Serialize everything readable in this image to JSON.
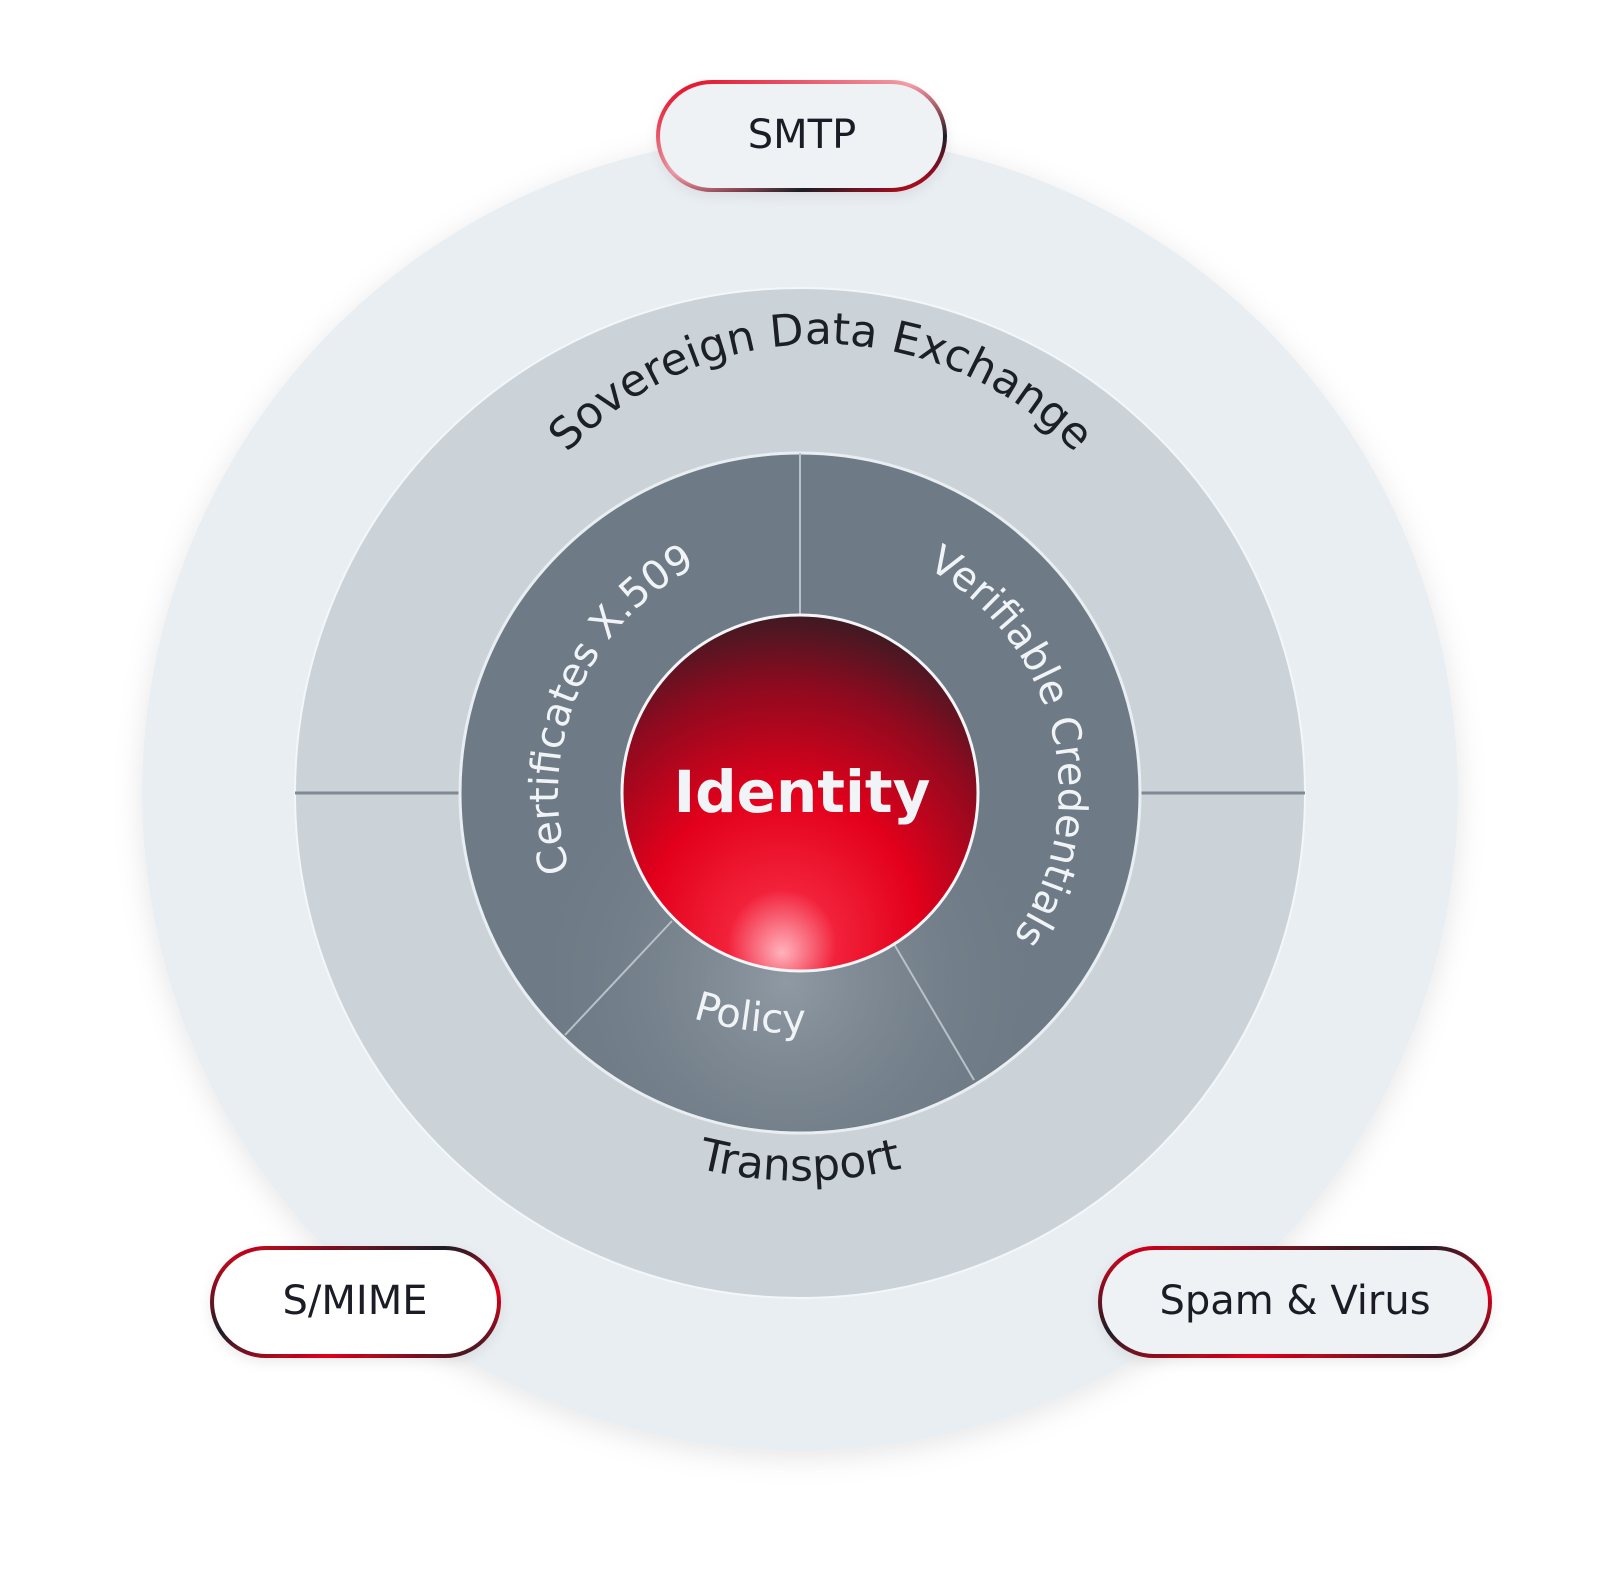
{
  "center": {
    "label": "Identity"
  },
  "inner_ring": {
    "segments": [
      {
        "label": "Certificates X.509"
      },
      {
        "label": "Verifiable Credentials"
      },
      {
        "label": "Policy"
      }
    ]
  },
  "middle_ring": {
    "top_label": "Sovereign Data Exchange",
    "bottom_label": "Transport"
  },
  "outer_badges": [
    {
      "label": "SMTP"
    },
    {
      "label": "S/MIME"
    },
    {
      "label": "Spam & Virus"
    }
  ],
  "colors": {
    "outer_ring": "#e9eef2",
    "middle_ring": "#cbd3d9",
    "inner_ring": "#6e7a85",
    "divider": "#a9b3bb",
    "core_red": "#e3001b",
    "core_dark": "#2b1e24",
    "badge_text": "#1c1f26",
    "light_text": "#f1f4f6",
    "dark_text": "#1c1f26"
  }
}
